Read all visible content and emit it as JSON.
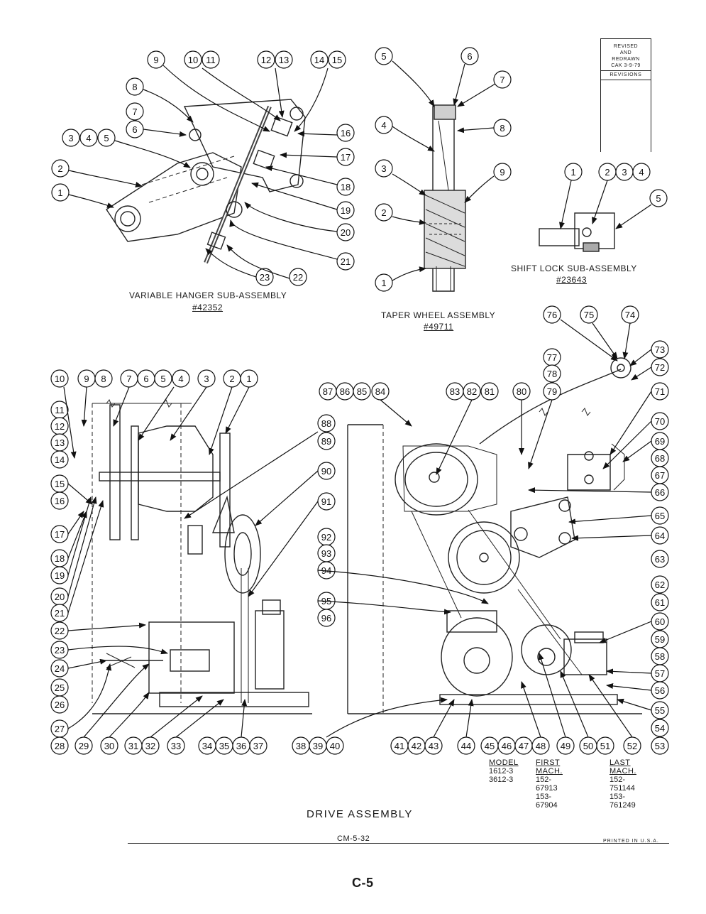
{
  "revision": {
    "lines": [
      "REVISED",
      "AND",
      "REDRAWN",
      "CAK 3-9-79"
    ],
    "header": "REVISIONS"
  },
  "captions": {
    "variable_hanger": "VARIABLE HANGER SUB-ASSEMBLY",
    "variable_hanger_num": "#42352",
    "taper_wheel": "TAPER WHEEL ASSEMBLY",
    "taper_wheel_num": "#49711",
    "shift_lock": "SHIFT LOCK SUB-ASSEMBLY",
    "shift_lock_num": "#23643",
    "drive_assembly": "DRIVE ASSEMBLY",
    "doc_number": "CM-5-32",
    "printed": "PRINTED IN U.S.A.",
    "page": "C-5"
  },
  "model_table": {
    "headers": [
      "MODEL",
      "FIRST MACH.",
      "LAST MACH."
    ],
    "rows": [
      [
        "1612-3",
        "152-67913",
        "152-751144"
      ],
      [
        "3612-3",
        "153-67904",
        "153-761249"
      ]
    ]
  },
  "callouts": {
    "variable_hanger": [
      "9",
      "10",
      "11",
      "12",
      "13",
      "14",
      "15",
      "8",
      "7",
      "6",
      "3",
      "4",
      "5",
      "2",
      "1",
      "16",
      "17",
      "18",
      "19",
      "20",
      "21",
      "22",
      "23"
    ],
    "taper_wheel": [
      "5",
      "6",
      "7",
      "8",
      "4",
      "3",
      "2",
      "1",
      "9"
    ],
    "shift_lock": [
      "1",
      "2",
      "3",
      "4",
      "5"
    ],
    "drive_left": [
      "10",
      "9",
      "8",
      "7",
      "6",
      "5",
      "4",
      "3",
      "2",
      "1",
      "11",
      "12",
      "13",
      "14",
      "15",
      "16",
      "17",
      "18",
      "19",
      "20",
      "21",
      "22",
      "23",
      "24",
      "25",
      "26",
      "27",
      "28",
      "29",
      "30",
      "31",
      "32",
      "33",
      "34",
      "35",
      "36",
      "37",
      "38",
      "39",
      "40"
    ],
    "drive_middle": [
      "88",
      "89",
      "90",
      "91",
      "92",
      "93",
      "94",
      "95",
      "96",
      "87",
      "86",
      "85",
      "84",
      "83",
      "82",
      "81",
      "80",
      "41",
      "42",
      "43",
      "44",
      "45",
      "46",
      "47",
      "48",
      "49",
      "50",
      "51",
      "52",
      "53"
    ],
    "drive_right": [
      "76",
      "75",
      "74",
      "77",
      "78",
      "79",
      "73",
      "72",
      "71",
      "70",
      "69",
      "68",
      "67",
      "66",
      "65",
      "64",
      "63",
      "62",
      "61",
      "60",
      "59",
      "58",
      "57",
      "56",
      "55",
      "54"
    ]
  }
}
